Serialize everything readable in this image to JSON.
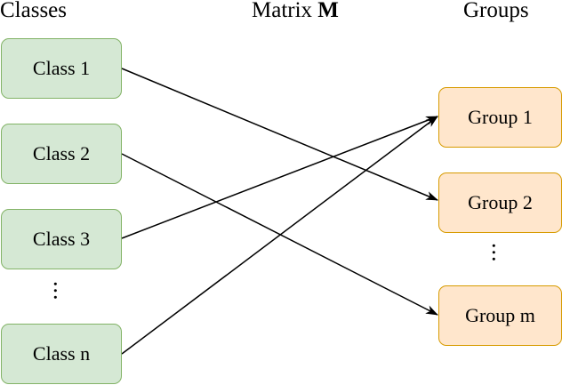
{
  "headings": {
    "classes": "Classes",
    "matrix_prefix": "Matrix ",
    "matrix_symbol": "M",
    "groups": "Groups"
  },
  "classes": [
    {
      "label": "Class 1"
    },
    {
      "label": "Class 2"
    },
    {
      "label": "Class 3"
    },
    {
      "label": "Class n"
    }
  ],
  "groups": [
    {
      "label": "Group 1"
    },
    {
      "label": "Group 2"
    },
    {
      "label": "Group m"
    }
  ],
  "ellipsis": "...",
  "colors": {
    "class_fill": "#d5e8d4",
    "class_border": "#82b366",
    "group_fill": "#ffe6cc",
    "group_border": "#d79b00",
    "edge": "#000000"
  },
  "edges": [
    {
      "from": "Class 1",
      "to": "Group 2"
    },
    {
      "from": "Class 2",
      "to": "Group m"
    },
    {
      "from": "Class 3",
      "to": "Group 1"
    },
    {
      "from": "Class n",
      "to": "Group 1"
    }
  ]
}
